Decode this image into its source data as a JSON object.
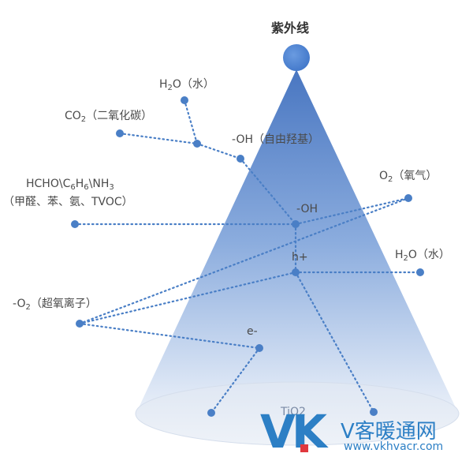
{
  "title": "紫外线",
  "labels": {
    "h2o_top": [
      "H",
      "2",
      "O（水）"
    ],
    "co2": [
      "CO",
      "2",
      "（二氧化碳）"
    ],
    "oh_free": "-OH（自由羟基）",
    "voc_line1": [
      "HCHO\\C",
      "6",
      "H",
      "6",
      "\\NH",
      "3"
    ],
    "voc_line2": "（甲醛、苯、氨、TVOC）",
    "o2": [
      "O",
      "2",
      "（氧气）"
    ],
    "h2o_right": [
      "H",
      "2",
      "O（水）"
    ],
    "o2_minus": [
      "-O",
      "2",
      "（超氧离子）"
    ],
    "oh_beam": "-OH",
    "h_plus": "h+",
    "e_minus": "e-",
    "tio2": "TiO2"
  },
  "watermark": {
    "logo_v": "V",
    "logo_k": "K",
    "name": "V客暖通网",
    "url": "www.vkhvacr.com"
  },
  "colors": {
    "beam_top": "#4a79c4",
    "beam_bottom": "#e6eef8",
    "dot": "#4a7fc6",
    "line": "#4a7fc6",
    "watermark": "#2c7fc5"
  }
}
